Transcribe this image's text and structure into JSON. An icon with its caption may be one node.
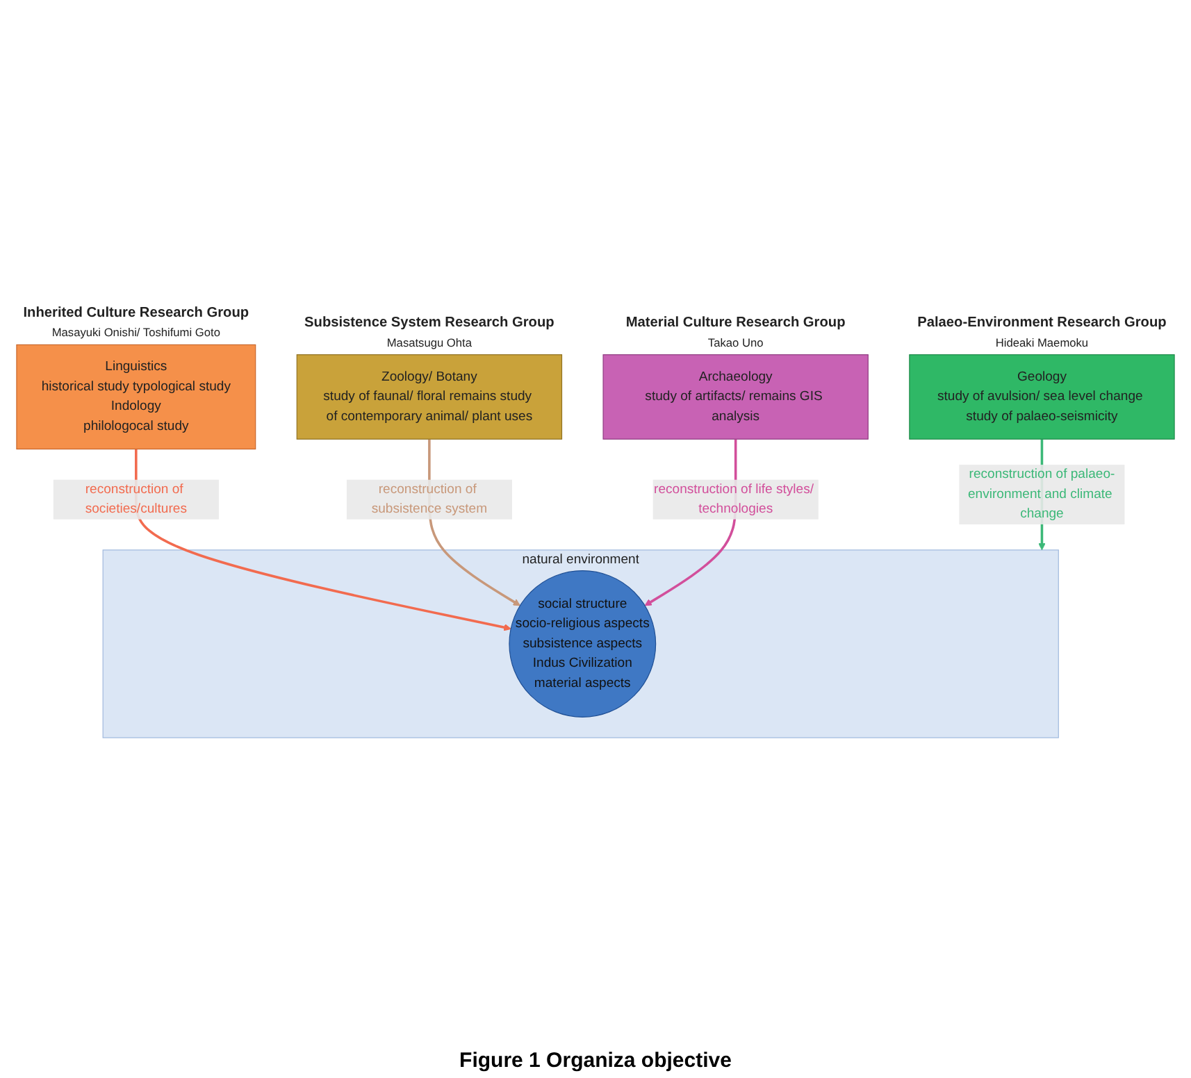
{
  "diagram": {
    "caption": "Figure 1 Organiza objective",
    "nodes": [
      {
        "text": [
          "natural environment"
        ]
      },
      {
        "text": [
          "social structure",
          "socio-religious aspects",
          "subsistence aspects",
          "Indus Civilization",
          "material aspects"
        ],
        "in": 0
      },
      {
        "text": [
          "Geology",
          "study of avulsion/ sea level change study of palaeo-seismicity"
        ],
        "beside": [
          "Palaeo-Environment Research Group",
          "Hideaki Maemoku"
        ]
      },
      {
        "text": [
          "Linguistics",
          "historical study typological study",
          "Indology",
          "philologocal study"
        ],
        "beside": [
          "Inherited Culture Research Group",
          "Masayuki Onishi/ Toshifumi Goto"
        ]
      },
      {
        "text": [
          "Zoology/ Botany",
          "study of faunal/ floral remains study of contemporary animal/ plant uses"
        ],
        "beside": [
          "Subsistence System Research Group",
          "Masatsugu Ohta"
        ]
      },
      {
        "text": [
          "Archaeology",
          "study of artifacts/ remains GIS analysis"
        ],
        "beside": [
          "Material Culture Research Group",
          "Takao Uno"
        ]
      }
    ],
    "edges": [
      {
        "from": 2,
        "to": 0,
        "arrow": "to",
        "label": "reconstruction of palaeo-environment and climate change",
        "color": "#3cb878"
      },
      {
        "from": 3,
        "to": 1,
        "arrow": "to",
        "label": "reconstruction of societies/cultures",
        "color": "#f26b4f"
      },
      {
        "from": 4,
        "to": 1,
        "arrow": "to",
        "label": "reconstruction of subsistence system",
        "color": "#c8987a"
      },
      {
        "from": 5,
        "to": 1,
        "arrow": "to",
        "label": "reconstruction of life styles/ technologies",
        "color": "#d24f9b"
      }
    ]
  }
}
